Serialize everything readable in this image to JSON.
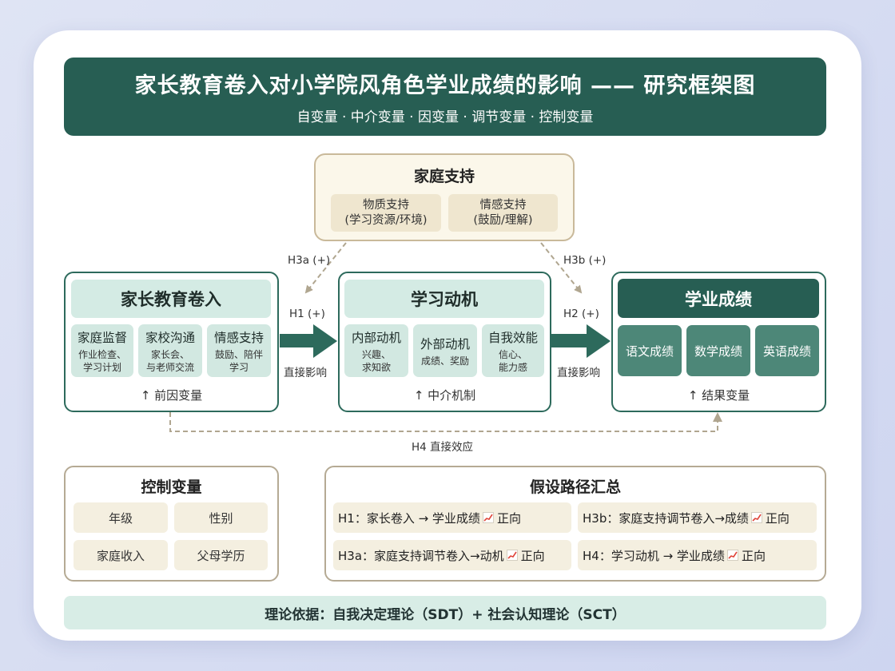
{
  "header": {
    "title": "家长教育卷入对小学院风角色学业成绩的影响 —— 研究框架图",
    "subtitle": "自变量 · 中介变量 · 因变量 · 调节变量 · 控制变量"
  },
  "moderator": {
    "title": "家庭支持",
    "items": [
      {
        "line1": "物质支持",
        "line2": "(学习资源/环境)"
      },
      {
        "line1": "情感支持",
        "line2": "(鼓励/理解)"
      }
    ]
  },
  "independent": {
    "title": "家长教育卷入",
    "items": [
      {
        "name": "家庭监督",
        "desc1": "作业检查、",
        "desc2": "学习计划"
      },
      {
        "name": "家校沟通",
        "desc1": "家长会、",
        "desc2": "与老师交流"
      },
      {
        "name": "情感支持",
        "desc1": "鼓励、陪伴",
        "desc2": "学习"
      }
    ],
    "footer": "↑ 前因变量"
  },
  "mediator": {
    "title": "学习动机",
    "items": [
      {
        "name": "内部动机",
        "desc1": "兴趣、",
        "desc2": "求知欲"
      },
      {
        "name": "外部动机",
        "desc1": "成绩、奖励",
        "desc2": ""
      },
      {
        "name": "自我效能",
        "desc1": "信心、",
        "desc2": "能力感"
      }
    ],
    "footer": "↑ 中介机制"
  },
  "dependent": {
    "title": "学业成绩",
    "items": [
      "语文成绩",
      "数学成绩",
      "英语成绩"
    ],
    "footer": "↑ 结果变量"
  },
  "paths": {
    "h1": "H1 (+)",
    "h2": "H2 (+)",
    "h3a": "H3a (+)",
    "h3b": "H3b (+)",
    "direct1": "直接影响",
    "direct2": "直接影响",
    "h4": "H4 直接效应"
  },
  "controls": {
    "title": "控制变量",
    "items": [
      "年级",
      "性别",
      "家庭收入",
      "父母学历"
    ]
  },
  "hypotheses": {
    "title": "假设路径汇总",
    "items": [
      {
        "text": "H1：家长卷入 → 学业成绩",
        "dir": "正向",
        "icon": "chart-increasing-icon"
      },
      {
        "text": "H3b：家庭支持调节卷入→成绩",
        "dir": "正向",
        "icon": "chart-increasing-icon"
      },
      {
        "text": "H3a：家庭支持调节卷入→动机",
        "dir": "正向",
        "icon": "chart-increasing-icon"
      },
      {
        "text": "H4：学习动机 → 学业成绩",
        "dir": "正向",
        "icon": "chart-increasing-icon"
      }
    ]
  },
  "footer": {
    "text": "理论依据：自我决定理论（SDT）+ 社会认知理论（SCT）"
  },
  "colors": {
    "primary": "#275e53",
    "light_green": "#d4ebe4",
    "beige": "#f4efe0",
    "arrow": "#2d6a5c",
    "dashed": "#b0a690"
  }
}
